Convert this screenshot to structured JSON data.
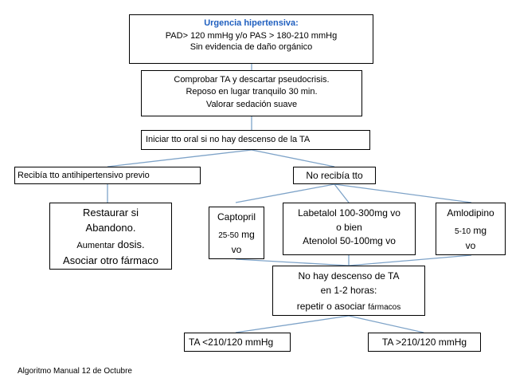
{
  "title_box": {
    "title": "Urgencia hipertensiva:",
    "line1": "PAD> 120 mmHg y/o PAS > 180-210 mmHg",
    "line2": "Sin evidencia de daño orgánico"
  },
  "check_box": {
    "line1": "Comprobar TA y descartar pseudocrisis.",
    "line2": "Reposo en lugar tranquilo 30 min.",
    "line3": "Valorar sedación suave"
  },
  "start_box": {
    "text": "Iniciar tto oral si no hay descenso de la TA"
  },
  "prev_treat": {
    "text": "Recibía tto  antihipertensivo previo"
  },
  "no_treat": {
    "text": "No recibía tto"
  },
  "restore_box": {
    "line1": "Restaurar si",
    "line2": "Abandono.",
    "line3a": "Aumentar",
    "line3b": " dosis.",
    "line4": "Asociar otro fármaco"
  },
  "captopril": {
    "name": "Captopril",
    "dose_num": "25-50",
    "dose_unit": " mg",
    "route": "vo"
  },
  "labetalol": {
    "line1": "Labetalol 100-300mg vo",
    "line2": "o bien",
    "line3": "Atenolol 50-100mg vo"
  },
  "amlodipino": {
    "name": "Amlodipino",
    "dose_num": "5-10",
    "dose_unit": " mg",
    "route": "vo"
  },
  "no_descent": {
    "line1": "No hay descenso de TA",
    "line2": "en 1-2 horas:",
    "line3a": "repetir o asociar ",
    "line3b": "fármacos"
  },
  "ta_low": {
    "text": "TA <210/120 mmHg"
  },
  "ta_high": {
    "text": "TA >210/120 mmHg"
  },
  "footer": {
    "text": "Algoritmo Manual 12 de Octubre"
  },
  "colors": {
    "title": "#1f5fbf",
    "connector": "#7ea3c8"
  }
}
